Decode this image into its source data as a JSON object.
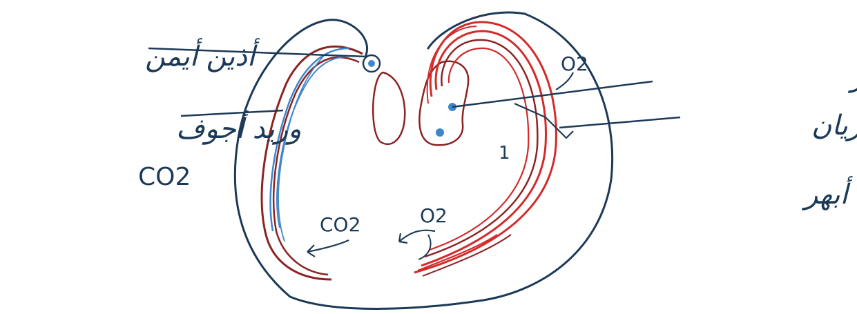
{
  "labels": {
    "right_atrium": "أذين أيمن",
    "vena_cava": "وريد أجوف",
    "co2_left": "CO2",
    "left_ventricle": "بطين أيسر",
    "aorta_line1": "شريان",
    "aorta_line2": "أبهر",
    "o2_top_right": "O2",
    "co2_bottom": "CO2",
    "o2_bottom": "O2",
    "number_mark": "1"
  },
  "colors": {
    "ink": "#1c3a57",
    "oxygenated": "#d42a2a",
    "deoxygenated": "#3f86cc",
    "vessel_outline": "#8b2323"
  }
}
